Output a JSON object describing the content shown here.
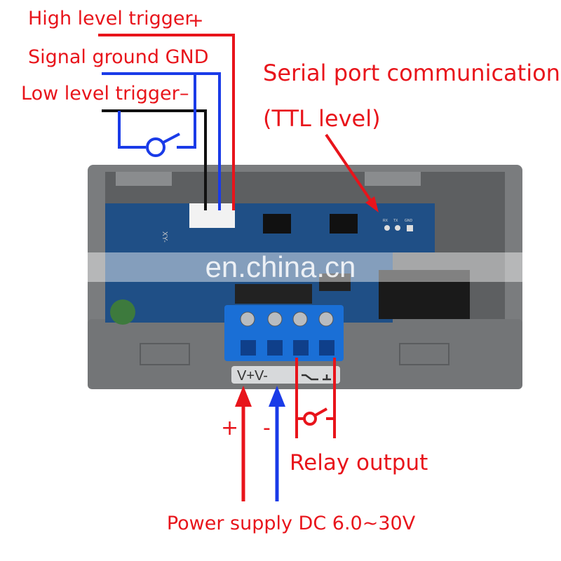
{
  "labels": {
    "high_trigger": "High level trigger",
    "high_sign": "+",
    "signal_gnd": "Signal ground GND",
    "low_trigger": "Low level trigger",
    "low_sign": "–",
    "serial_line1": "Serial port communication",
    "serial_line2": "(TTL level)",
    "plus": "+",
    "minus": "-",
    "relay_output": "Relay output",
    "power_supply": "Power supply DC 6.0~30V"
  },
  "device": {
    "terminal_label": "V+V-",
    "pin_labels": [
      "RX",
      "TX",
      "GND"
    ],
    "pcb_marking": "XY-"
  },
  "watermark": "en.china.cn",
  "colors": {
    "label_red": "#e8141b",
    "wire_red": "#e8141b",
    "wire_blue": "#1a3be8",
    "wire_black": "#111111",
    "pcb_blue": "#1f4f86",
    "terminal_blue": "#1a6fd6",
    "case_gray": "#6c6e70"
  }
}
